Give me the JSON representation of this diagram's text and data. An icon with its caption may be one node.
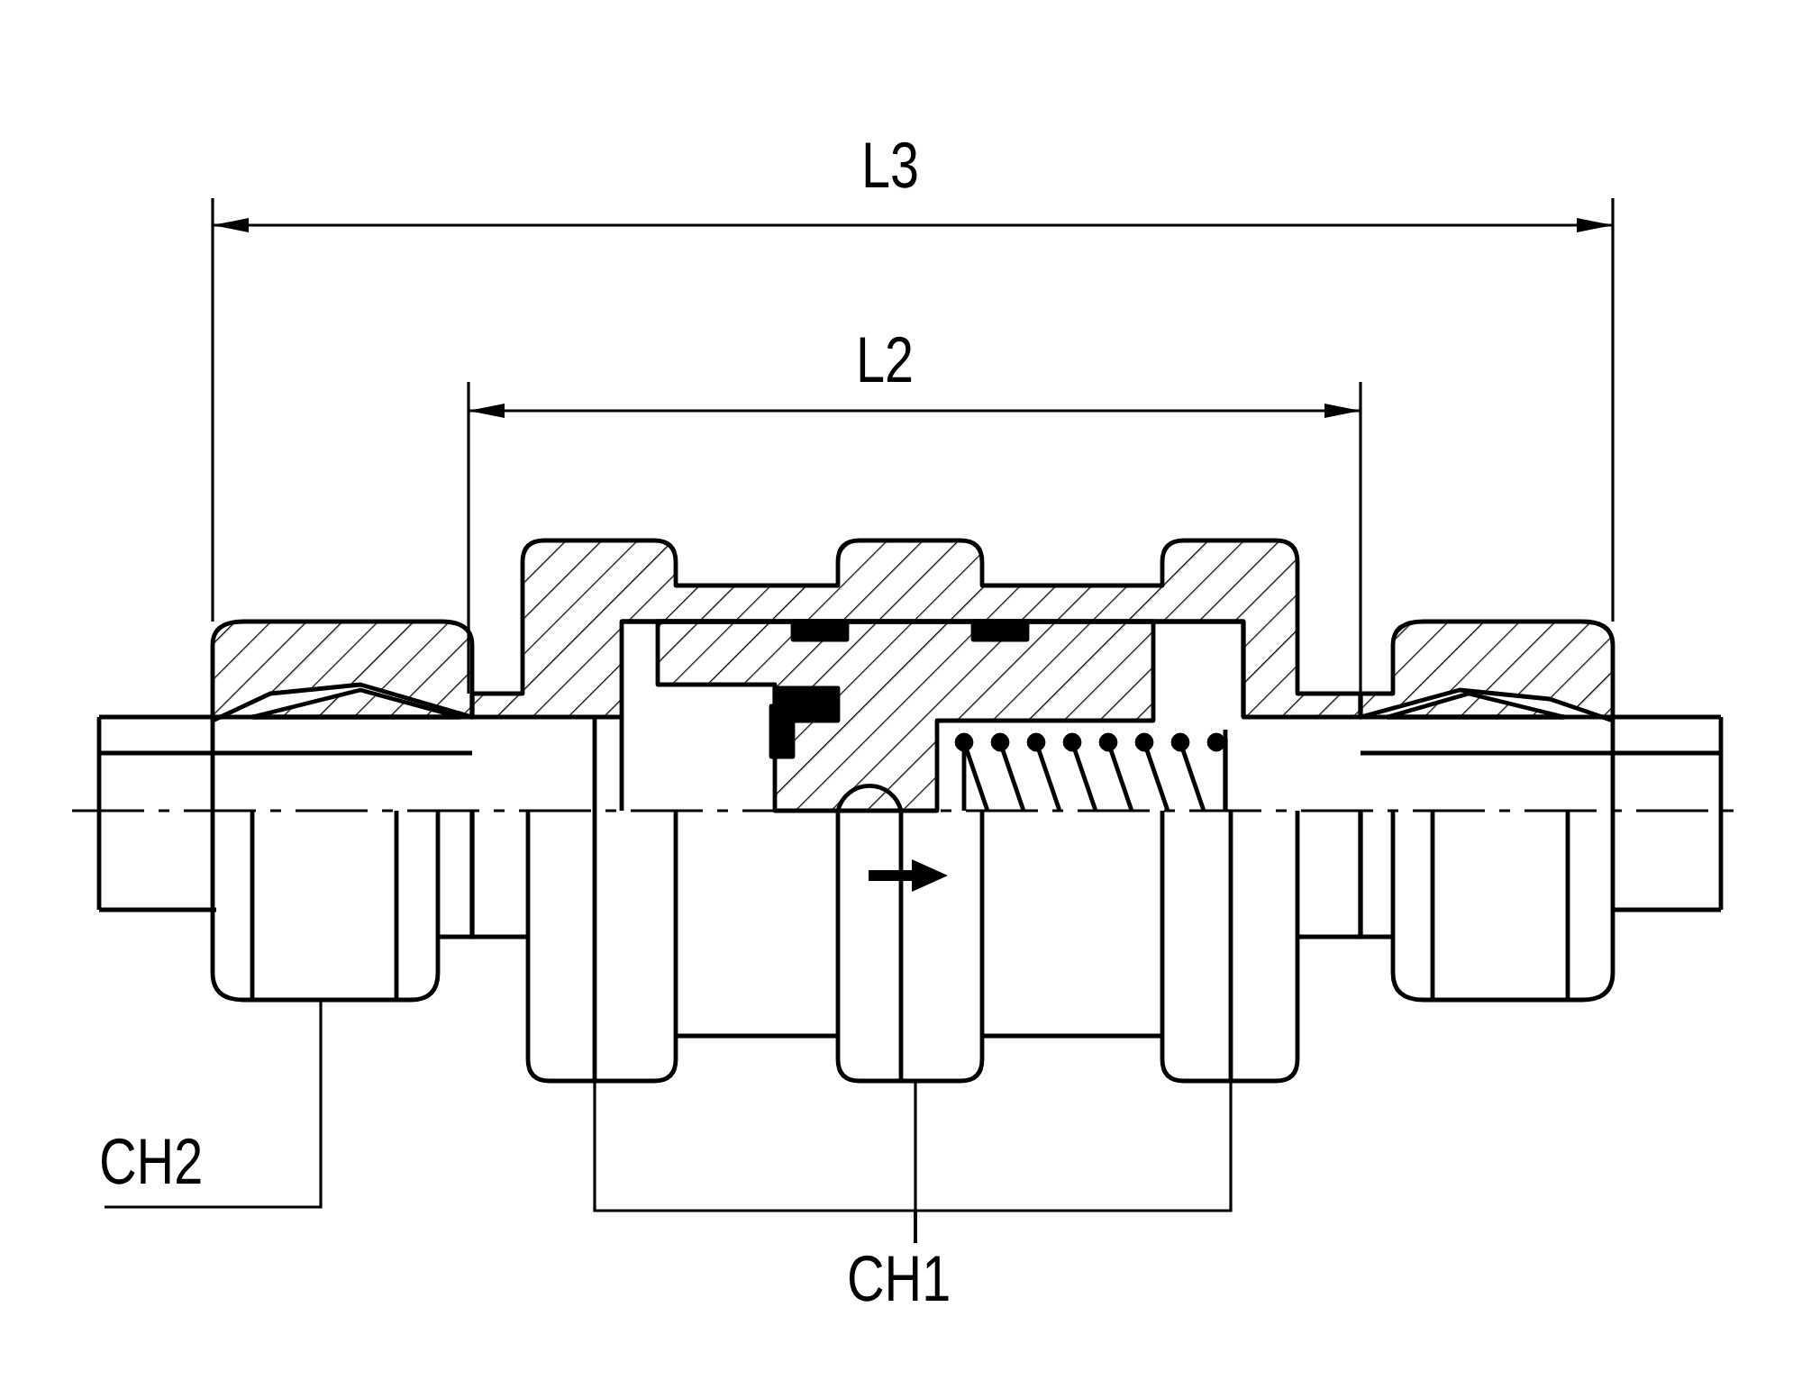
{
  "diagram": {
    "nodes": [
      {
        "text": [
          "CH2"
        ]
      },
      {
        "text": [
          "CH1"
        ]
      }
    ],
    "edges": [
      {
        "from": 0,
        "to": null,
        "arrow": "none"
      },
      {
        "from": 1,
        "to": null,
        "arrow": "none"
      },
      {
        "from": 1,
        "to": null,
        "arrow": "none"
      },
      {
        "from": 1,
        "to": null,
        "arrow": "none"
      }
    ],
    "labels": [
      "L3",
      "L2"
    ]
  }
}
